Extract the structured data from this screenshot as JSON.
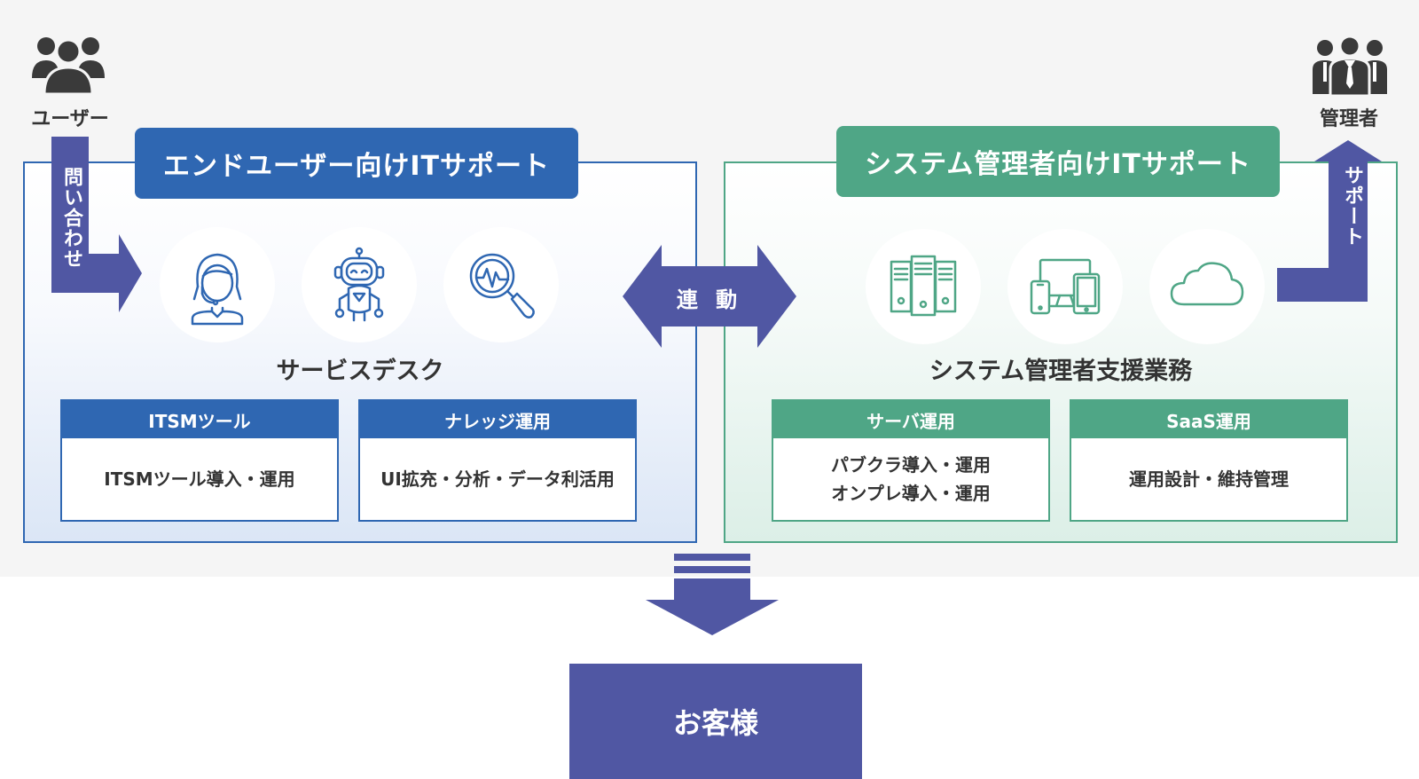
{
  "left_section": {
    "title": "エンドユーザー向けITサポート",
    "subtitle": "サービスデスク",
    "icons": [
      "headset-operator-icon",
      "robot-icon",
      "magnifier-pulse-icon"
    ],
    "cards": [
      {
        "header": "ITSMツール",
        "lines": [
          "ITSMツール導入・運用"
        ]
      },
      {
        "header": "ナレッジ運用",
        "lines": [
          "UI拡充・分析・データ利活用"
        ]
      }
    ]
  },
  "right_section": {
    "title": "システム管理者向けITサポート",
    "subtitle": "システム管理者支援業務",
    "icons": [
      "server-icon",
      "devices-icon",
      "cloud-icon"
    ],
    "cards": [
      {
        "header": "サーバ運用",
        "lines": [
          "パブクラ導入・運用",
          "オンプレ導入・運用"
        ]
      },
      {
        "header": "SaaS運用",
        "lines": [
          "運用設計・維持管理"
        ]
      }
    ]
  },
  "user": {
    "label": "ユーザー",
    "icon": "users-group-icon"
  },
  "admin": {
    "label": "管理者",
    "icon": "admin-group-icon"
  },
  "arrows": {
    "inquiry": "問い合わせ",
    "link": "連 動",
    "support": "サポート"
  },
  "customer": {
    "label": "お客様"
  },
  "colors": {
    "blue": "#2f67b2",
    "green": "#4fa686",
    "indigo": "#5057a3",
    "icon_gray": "#3a3a3a"
  }
}
